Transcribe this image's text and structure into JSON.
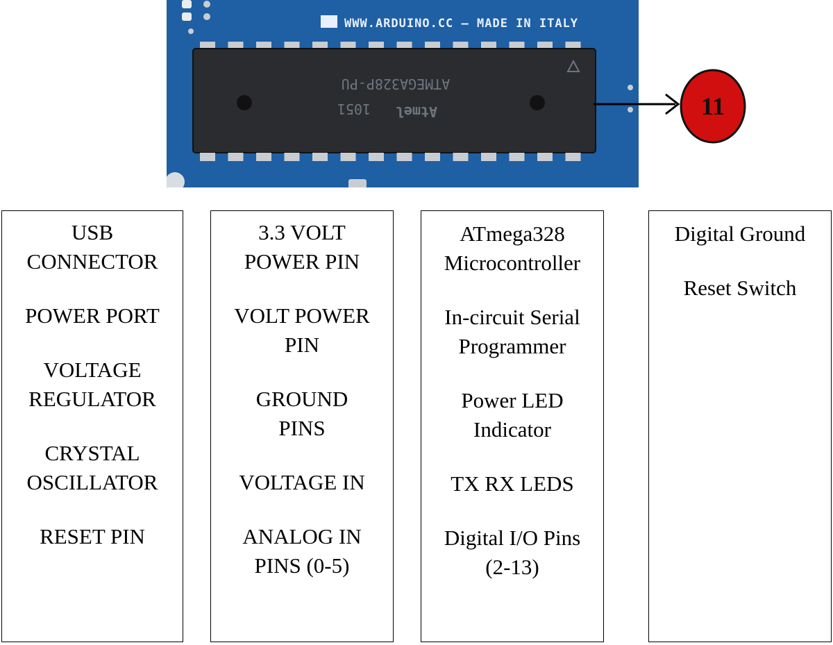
{
  "photo": {
    "board_text": "WWW.ARDUINO.CC – MADE IN ITALY",
    "chip_line1": "ATMEGA328P-PU",
    "chip_line2": "1051",
    "chip_logo": "Atmel",
    "colors": {
      "board": "#1f5fa3",
      "chip": "#2a2c2f",
      "pin": "#c9cdd2"
    }
  },
  "callout": {
    "number": "11",
    "color": "#d10f0f"
  },
  "columns": [
    {
      "items": [
        "USB CONNECTOR",
        "POWER PORT",
        "VOLTAGE REGULATOR",
        "CRYSTAL OSCILLATOR",
        "RESET PIN"
      ]
    },
    {
      "items": [
        "3.3 VOLT POWER PIN",
        "VOLT POWER PIN",
        "GROUND PINS",
        "VOLTAGE IN",
        "ANALOG IN PINS (0-5)"
      ]
    },
    {
      "items": [
        "ATmega328 Microcontroller",
        "In-circuit Serial Programmer",
        "Power LED Indicator",
        "TX RX LEDS",
        "Digital I/O Pins (2-13)"
      ]
    },
    {
      "items": [
        "Digital Ground",
        "Reset Switch"
      ]
    }
  ]
}
